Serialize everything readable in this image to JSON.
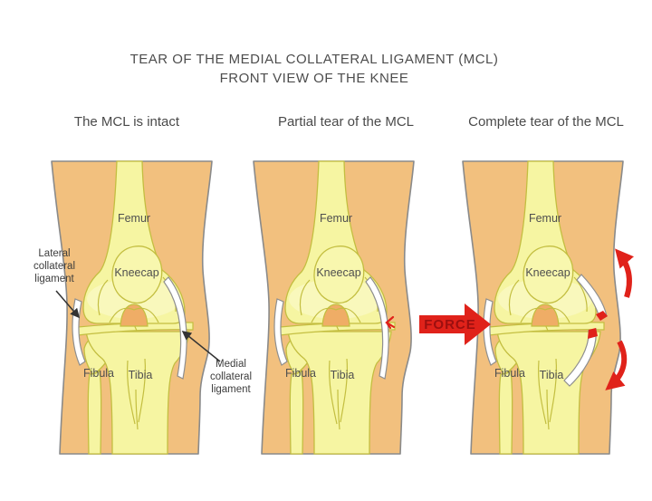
{
  "title": {
    "line1": "TEAR OF THE MEDIAL COLLATERAL LIGAMENT (MCL)",
    "line2": "FRONT VIEW OF THE KNEE"
  },
  "panels": [
    {
      "caption": "The MCL is intact"
    },
    {
      "caption": "Partial tear of the MCL"
    },
    {
      "caption": "Complete tear of the MCL"
    }
  ],
  "bone_labels": {
    "femur": "Femur",
    "kneecap": "Kneecap",
    "fibula": "Fibula",
    "tibia": "Tibia"
  },
  "annotations": {
    "lateral_ligament": "Lateral\ncollateral\nligament",
    "medial_ligament": "Medial\ncollateral\nligament",
    "force": "FORCE"
  },
  "colors": {
    "skin": "#F2C07E",
    "skin_outline": "#8A8A8A",
    "bone": "#F6F5A2",
    "bone_highlight": "#F9F8BC",
    "bone_outline": "#C3BE40",
    "cartilage_arch": "#EFAD66",
    "ligament": "#FFFFFF",
    "ligament_outline": "#8F8F8F",
    "tear_red": "#E0221A",
    "force_text_red": "#9C0F0F",
    "text": "#4D4D4D"
  }
}
